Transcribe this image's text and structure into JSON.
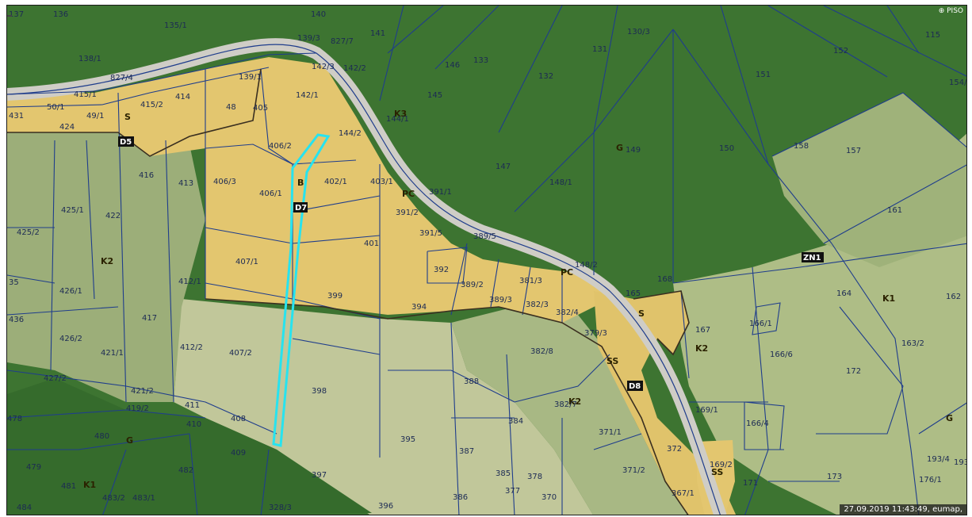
{
  "map": {
    "corner_label": "⊕ PISO",
    "timestamp": "27.09.2019 11:43:49, eumap,",
    "colors": {
      "forest": "#3f7a32",
      "meadow": "#b8c48a",
      "built": "#e6cb77",
      "parcel_line": "#1f3d8c",
      "road": "#d8d6d0",
      "highlight": "#27e3ef"
    }
  },
  "zones": [
    "K2",
    "G",
    "K1",
    "SS",
    "PC",
    "K3",
    "S",
    "B"
  ],
  "tags": [
    "D5",
    "D7",
    "D8",
    "ZN1"
  ],
  "parcels": [
    "137",
    "136",
    "135/1",
    "140",
    "139/3",
    "827/7",
    "141",
    "130/3",
    "131",
    "115",
    "152",
    "154/",
    "138/1",
    "827/4",
    "142/3",
    "142/2",
    "146",
    "133",
    "132",
    "151",
    "139/1",
    "142/1",
    "415/1",
    "50/1",
    "49/1",
    "415/2",
    "414",
    "48",
    "405",
    "145",
    "144/1",
    "431",
    "424",
    "144/2",
    "406/2",
    "158",
    "157",
    "149",
    "150",
    "416",
    "413",
    "406/3",
    "406/1",
    "402/1",
    "403/1",
    "391/1",
    "147",
    "148/1",
    "425/1",
    "422",
    "425/2",
    "391/2",
    "391/5",
    "389/5",
    "161",
    "401",
    "407/1",
    "392",
    "389/2",
    "381/3",
    "148/2",
    "168",
    "412/1",
    "399",
    "394",
    "389/3",
    "382/3",
    "382/4",
    "165",
    "164",
    "162",
    "35",
    "426/1",
    "436",
    "417",
    "426/2",
    "421/1",
    "412/2",
    "407/2",
    "379/3",
    "382/8",
    "167",
    "166/1",
    "163/2",
    "166/6",
    "172",
    "427/2",
    "421/2",
    "398",
    "388",
    "382/7",
    "169/1",
    "419/2",
    "411",
    "408",
    "478",
    "410",
    "480",
    "384",
    "371/1",
    "166/4",
    "395",
    "387",
    "409",
    "372",
    "169/2",
    "482",
    "479",
    "397",
    "378",
    "385",
    "371/2",
    "173",
    "193/4",
    "193",
    "481",
    "483/2",
    "483/1",
    "171",
    "176/1",
    "484",
    "328/3",
    "396",
    "386",
    "377",
    "370",
    "367/1"
  ]
}
